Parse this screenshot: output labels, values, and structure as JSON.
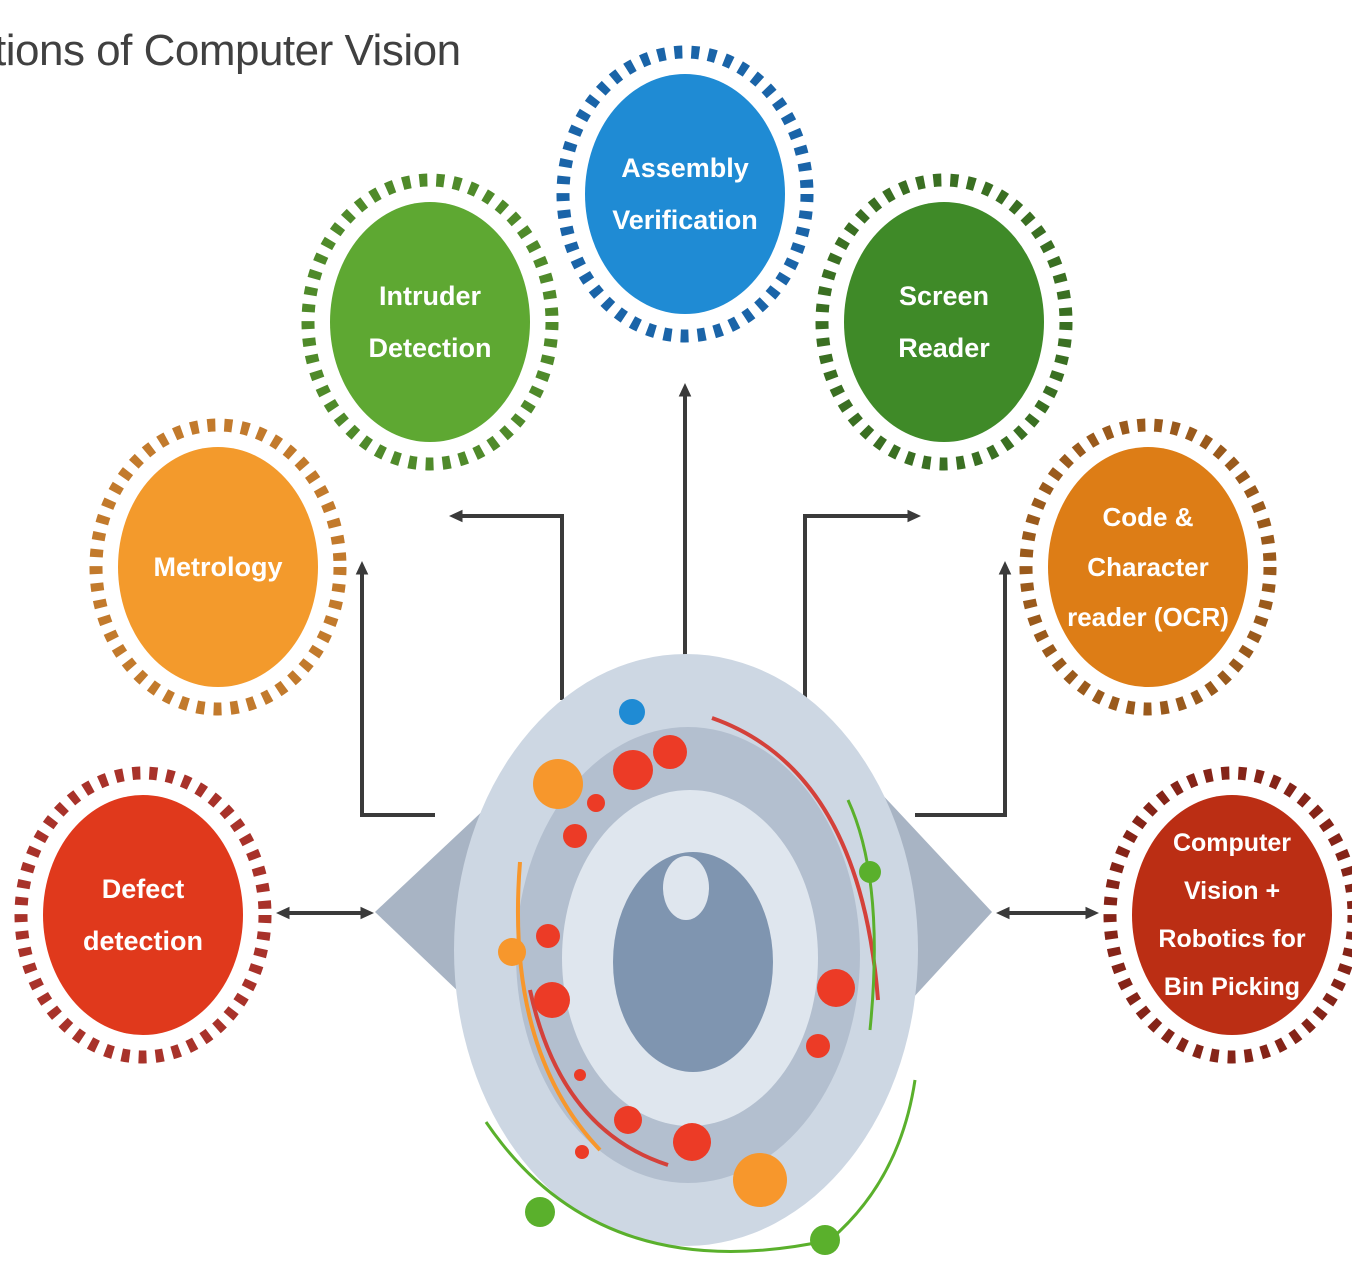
{
  "title": "tions of Computer Vision",
  "nodes": [
    {
      "id": "defect-detection",
      "lines": [
        "Defect",
        "detection"
      ],
      "fill": "#e0391c",
      "ring": "#a8322a"
    },
    {
      "id": "metrology",
      "lines": [
        "Metrology"
      ],
      "fill": "#f39a2c",
      "ring": "#c27a2c"
    },
    {
      "id": "intruder-detection",
      "lines": [
        "Intruder",
        "Detection"
      ],
      "fill": "#5ea832",
      "ring": "#4f8a2a"
    },
    {
      "id": "assembly-verification",
      "lines": [
        "Assembly",
        "Verification"
      ],
      "fill": "#1f8bd4",
      "ring": "#1a64a8"
    },
    {
      "id": "screen-reader",
      "lines": [
        "Screen",
        "Reader"
      ],
      "fill": "#3f8a28",
      "ring": "#3a6f22"
    },
    {
      "id": "code-character-reader",
      "lines": [
        "Code &",
        "Character",
        "reader (OCR)"
      ],
      "fill": "#dd7d16",
      "ring": "#9a5a1c"
    },
    {
      "id": "bin-picking",
      "lines": [
        "Computer",
        "Vision +",
        "Robotics for",
        "Bin Picking"
      ],
      "fill": "#bb2e14",
      "ring": "#852418"
    }
  ],
  "colors": {
    "connector": "#3a3a3a",
    "eye_shell": "#a8b4c4",
    "eye_outer": "#cdd7e3",
    "eye_mid": "#b3bfcf",
    "iris_ring": "#dfe6ee",
    "pupil": "#7f95b0",
    "highlight": "#dfe6ee",
    "accent_red": "#ec3b26",
    "accent_orange": "#f7972c",
    "accent_blue": "#1f8bd4",
    "accent_green": "#5ab02c"
  }
}
